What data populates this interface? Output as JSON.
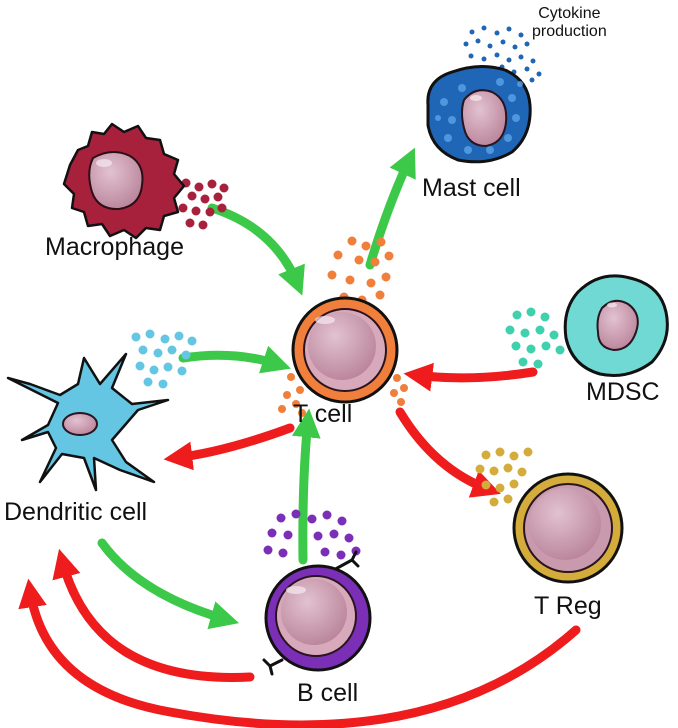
{
  "labels": {
    "macrophage": "Macrophage",
    "mast_cell": "Mast cell",
    "t_cell": "T cell",
    "mdsc": "MDSC",
    "dendritic_cell": "Dendritic cell",
    "b_cell": "B cell",
    "t_reg": "T Reg",
    "cytokine_line1": "Cytokine",
    "cytokine_line2": "production"
  },
  "colors": {
    "stimulation_arrow": "#3cc94a",
    "inhibition_arrow": "#ee1c1c",
    "macrophage": "#a8213c",
    "mast_cell": "#1f66b6",
    "t_cell": "#f07f3c",
    "mdsc": "#71d9d4",
    "dendritic_cell": "#64c6e3",
    "b_cell": "#7b2fb7",
    "t_reg": "#d4ac3b",
    "nucleus": "#c99aad"
  }
}
